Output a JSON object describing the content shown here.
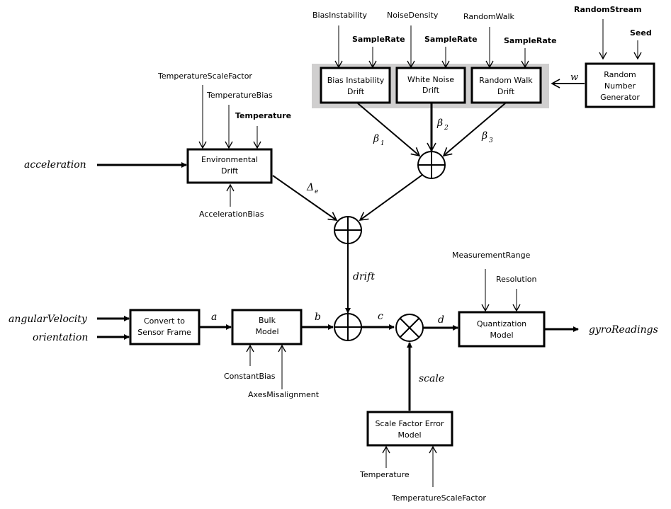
{
  "blocks": {
    "bias_instability": {
      "line1": "Bias Instability",
      "line2": "Drift"
    },
    "white_noise": {
      "line1": "White Noise",
      "line2": "Drift"
    },
    "random_walk": {
      "line1": "Random Walk",
      "line2": "Drift"
    },
    "rng": {
      "line1": "Random",
      "line2": "Number",
      "line3": "Generator"
    },
    "environmental": {
      "line1": "Environmental",
      "line2": "Drift"
    },
    "convert": {
      "line1": "Convert to",
      "line2": "Sensor Frame"
    },
    "bulk": {
      "line1": "Bulk",
      "line2": "Model"
    },
    "quantization": {
      "line1": "Quantization",
      "line2": "Model"
    },
    "scale_factor": {
      "line1": "Scale Factor Error",
      "line2": "Model"
    }
  },
  "params": {
    "bias_instability": "BiasInstability",
    "noise_density": "NoiseDensity",
    "random_walk": "RandomWalk",
    "sample_rate_1": "SampleRate",
    "sample_rate_2": "SampleRate",
    "sample_rate_3": "SampleRate",
    "random_stream": "RandomStream",
    "seed": "Seed",
    "temp_scale_factor_env": "TemperatureScaleFactor",
    "temperature_bias": "TemperatureBias",
    "temperature_env": "Temperature",
    "acceleration_bias": "AccelerationBias",
    "constant_bias": "ConstantBias",
    "axes_misalignment": "AxesMisalignment",
    "measurement_range": "MeasurementRange",
    "resolution": "Resolution",
    "temperature_scale": "Temperature",
    "temp_scale_factor_scale": "TemperatureScaleFactor"
  },
  "signals": {
    "acceleration": "acceleration",
    "angular_velocity": "angularVelocity",
    "orientation": "orientation",
    "gyro_readings": "gyroReadings",
    "w": "w",
    "beta": "β",
    "beta1_sub": "1",
    "beta2_sub": "2",
    "beta3_sub": "3",
    "delta": "Δ",
    "delta_sub": "e",
    "drift": "drift",
    "a": "a",
    "b": "b",
    "c": "c",
    "d": "d",
    "scale": "scale"
  }
}
